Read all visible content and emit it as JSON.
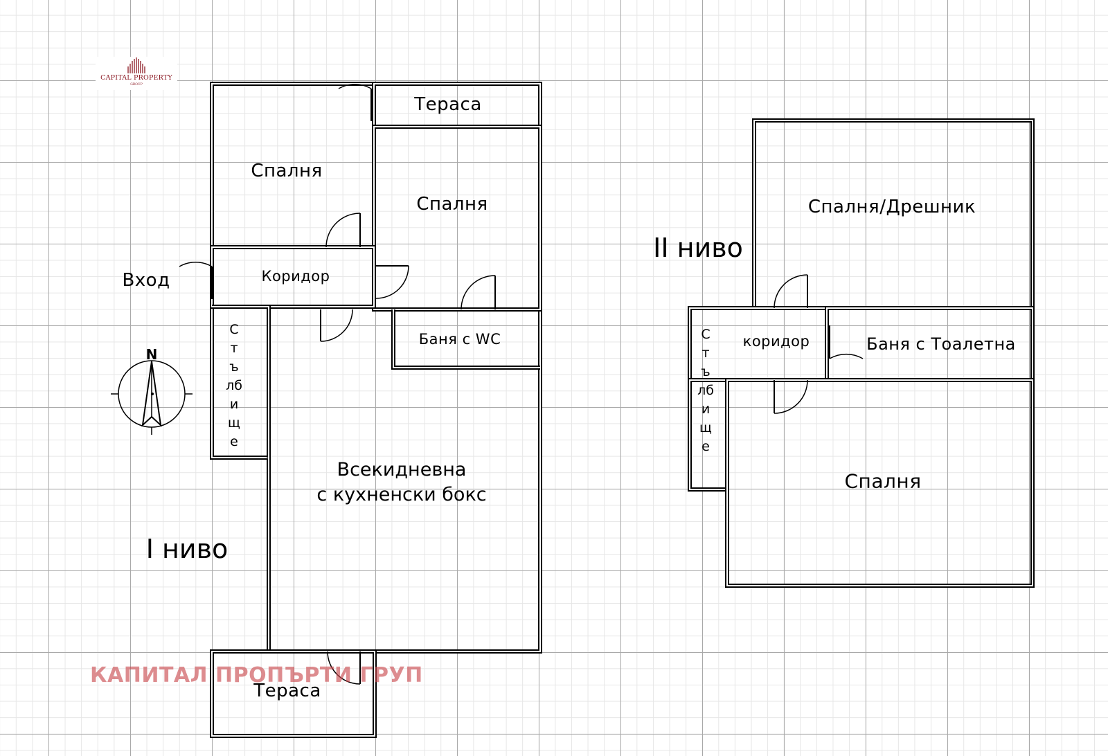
{
  "logo": {
    "name": "CAPITAL PROPERTY",
    "sub": "GROUP"
  },
  "levels": {
    "first": "I ниво",
    "second": "II ниво"
  },
  "floor1": {
    "terrace_top": "Тераса",
    "bedroom_left": "Спалня",
    "bedroom_right": "Спалня",
    "entrance": "Вход",
    "corridor": "Коридор",
    "bathroom": "Баня с WC",
    "staircase": "Стълбище",
    "living_line1": "Всекидневна",
    "living_line2": "с кухненски бокс",
    "terrace_bottom": "Тераса"
  },
  "floor2": {
    "bedroom_wardrobe": "Спалня/Дрешник",
    "corridor": "коридор",
    "bathroom": "Баня с Тоалетна",
    "staircase": "Стълбище",
    "bedroom": "Спалня"
  },
  "compass": {
    "north": "N"
  },
  "watermark": "КАПИТАЛ ПРОПЪРТИ ГРУП"
}
